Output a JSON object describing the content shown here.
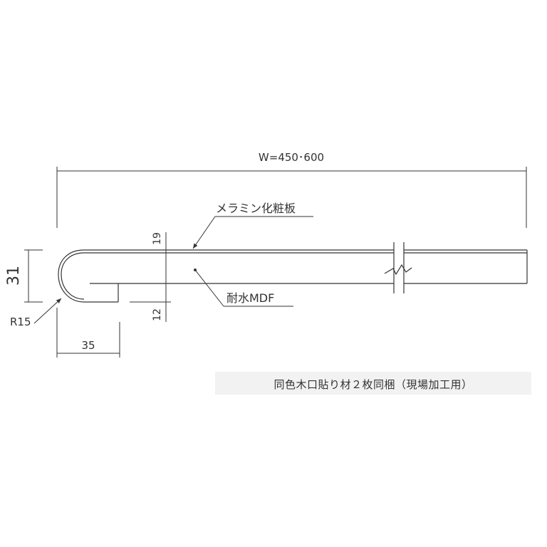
{
  "dimensions": {
    "width": "W=450･600",
    "thickness": "31",
    "radius": "R15",
    "edge_depth": "35",
    "top_thickness": "19",
    "bottom_thickness": "12"
  },
  "labels": {
    "surface": "メラミン化粧板",
    "core": "耐水MDF"
  },
  "note": "同色木口貼り材２枚同梱（現場加工用）"
}
